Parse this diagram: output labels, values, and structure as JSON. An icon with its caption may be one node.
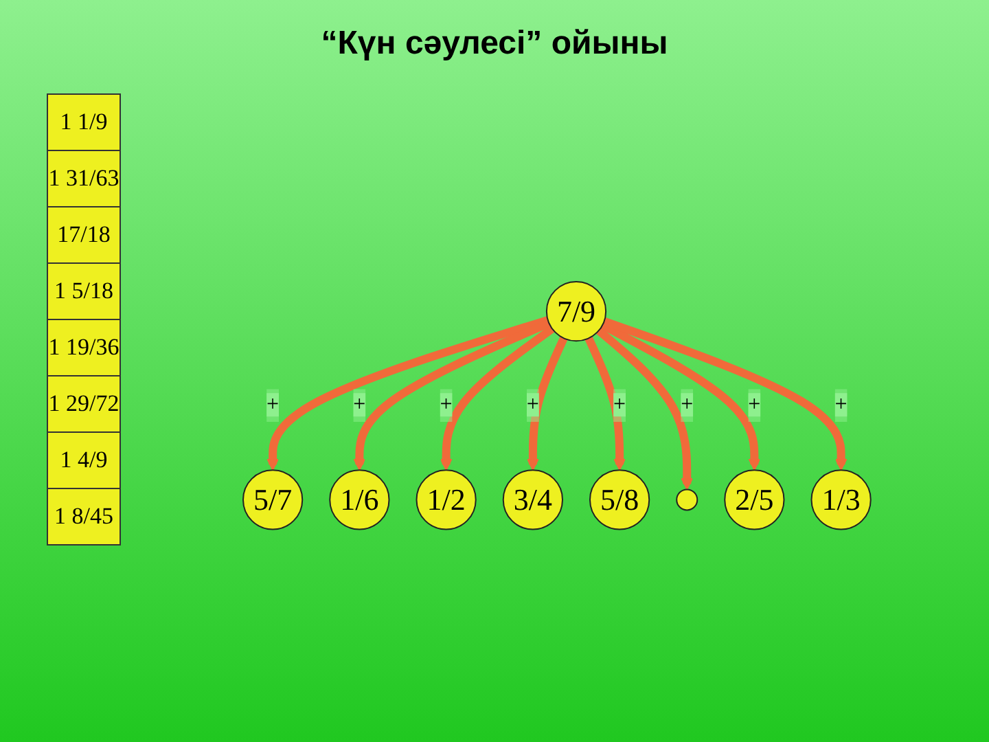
{
  "diagram": {
    "title": "“Күн сәулесі” ойыны",
    "nodes": [
      {
        "text": [
          "5/7"
        ]
      },
      {
        "text": [
          "1/3"
        ]
      },
      {
        "text": [
          "1/6"
        ]
      },
      {
        "text": [
          "2/5"
        ]
      },
      {
        "text": [
          "7/9"
        ]
      },
      {
        "text": [
          "1/2"
        ]
      },
      {
        "text": [
          "3/4"
        ]
      },
      {
        "text": [],
        "shape": "circle"
      },
      {
        "text": [
          "5/8"
        ]
      }
    ],
    "edges": [
      {
        "from": 4,
        "to": 0,
        "arrow": "to",
        "label": "+"
      },
      {
        "from": 4,
        "to": 2,
        "arrow": "to",
        "label": "+"
      },
      {
        "from": 4,
        "to": 5,
        "arrow": "to",
        "label": "+"
      },
      {
        "from": 4,
        "to": 6,
        "arrow": "to",
        "label": "+"
      },
      {
        "from": 4,
        "to": 8,
        "arrow": "to",
        "label": "+"
      },
      {
        "from": 4,
        "to": 7,
        "arrow": "to",
        "label": "+"
      },
      {
        "from": 4,
        "to": 3,
        "arrow": "to",
        "label": "+"
      },
      {
        "from": 4,
        "to": 1,
        "arrow": "to",
        "label": "+"
      }
    ],
    "labels": [
      "1 1/9",
      "1 31/63",
      "17/18",
      "1 5/18",
      "1 19/36",
      "1 29/72",
      "1 4/9",
      "1 8/45"
    ]
  }
}
